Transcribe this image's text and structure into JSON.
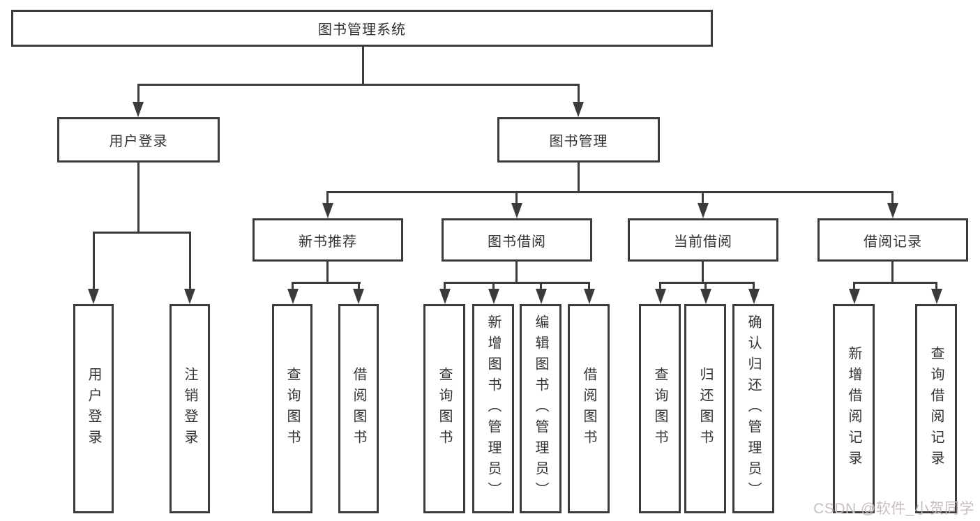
{
  "diagram": {
    "type": "hierarchy-tree",
    "root": "图书管理系统",
    "level2": [
      "用户登录",
      "图书管理"
    ],
    "level3": [
      "新书推荐",
      "图书借阅",
      "当前借阅",
      "借阅记录"
    ],
    "leaves": {
      "user_login": [
        "用户登录",
        "注销登录"
      ],
      "new_books": [
        "查询图书",
        "借阅图书"
      ],
      "book_borrow": [
        "查询图书",
        "新增图书（管理员）",
        "编辑图书（管理员）",
        "借阅图书"
      ],
      "current_borrow": [
        "查询图书",
        "归还图书",
        "确认归还（管理员）"
      ],
      "borrow_records": [
        "新增借阅记录",
        "查询借阅记录"
      ]
    }
  },
  "watermark": "CSDN @软件_小贺同学",
  "colors": {
    "line": "#3b3b3b",
    "text": "#333333",
    "watermark": "#c8bdc1",
    "background": "#ffffff"
  }
}
